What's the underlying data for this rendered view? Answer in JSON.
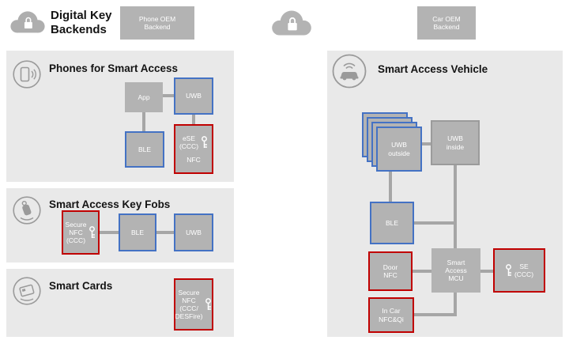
{
  "header": {
    "title": "Digital Key\nBackends",
    "phone_oem": "Phone OEM\nBackend",
    "car_oem": "Car OEM\nBackend"
  },
  "phones": {
    "title": "Phones for Smart Access",
    "app": "App",
    "uwb": "UWB",
    "ble": "BLE",
    "ese": "eSE\n(CCC)",
    "nfc": "NFC"
  },
  "fobs": {
    "title": "Smart Access Key Fobs",
    "secure_nfc": "Secure\nNFC\n(CCC)",
    "ble": "BLE",
    "uwb": "UWB"
  },
  "cards": {
    "title": "Smart Cards",
    "secure_nfc": "Secure\nNFC\n(CCC/\nDESFire)"
  },
  "vehicle": {
    "title": "Smart Access Vehicle",
    "uwb_outside": "UWB\noutside",
    "uwb_inside": "UWB\ninside",
    "ble": "BLE",
    "door_nfc": "Door\nNFC",
    "mcu": "Smart\nAccess\nMCU",
    "se": "SE\n(CCC)",
    "in_car": "In Car\nNFC&Qi"
  },
  "colors": {
    "blue_border": "#4472c4",
    "red_border": "#c00000",
    "box_fill": "#b3b3b3",
    "panel_fill": "#e9e9e9",
    "connector": "#a6a6a6"
  }
}
